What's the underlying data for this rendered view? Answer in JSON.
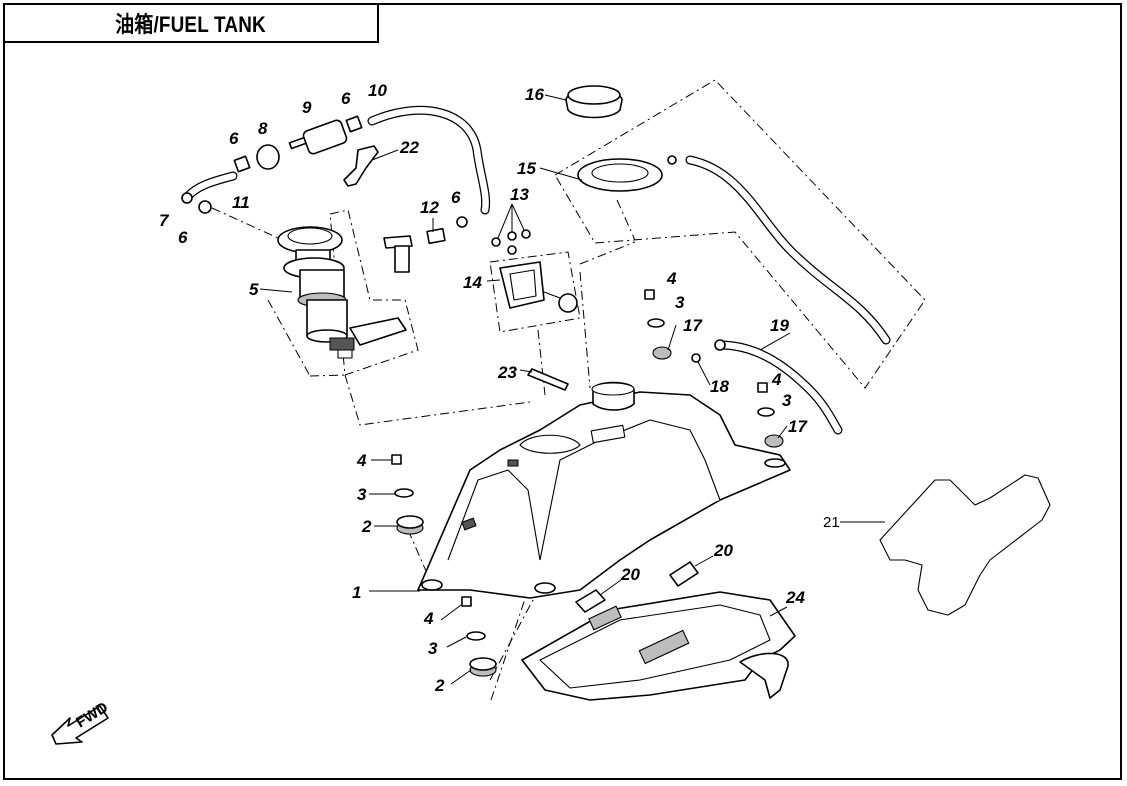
{
  "title": "油箱/FUEL TANK",
  "callouts": {
    "c1": "1",
    "c2a": "2",
    "c2b": "2",
    "c3a": "3",
    "c3b": "3",
    "c3c": "3",
    "c3d": "3",
    "c4a": "4",
    "c4b": "4",
    "c4c": "4",
    "c4d": "4",
    "c5": "5",
    "c6a": "6",
    "c6b": "6",
    "c6c": "6",
    "c6d": "6",
    "c7": "7",
    "c8": "8",
    "c9": "9",
    "c10": "10",
    "c11": "11",
    "c12": "12",
    "c13": "13",
    "c14": "14",
    "c15": "15",
    "c16": "16",
    "c17a": "17",
    "c17b": "17",
    "c18": "18",
    "c19": "19",
    "c20a": "20",
    "c20b": "20",
    "c21": "21",
    "c22": "22",
    "c23": "23",
    "c24": "24"
  },
  "fwd_label": "FWD",
  "icons": {
    "fwd_arrow": "fwd-arrow-icon"
  }
}
